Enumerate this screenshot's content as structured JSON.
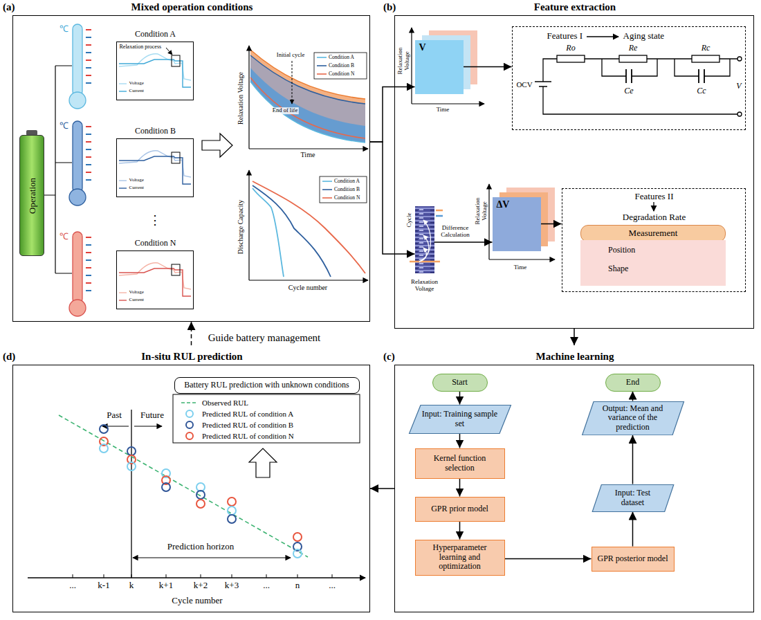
{
  "diagram": {
    "nodes": [
      {
        "text": [
          "(a)",
          "Mixed operation conditions"
        ]
      },
      {
        "text": [
          "Operation"
        ],
        "in": 0
      },
      {
        "text": [
          "Condition A",
          "Relaxation process",
          "Voltage",
          "Current"
        ],
        "in": 0
      },
      {
        "text": [
          "Condition B",
          "Voltage",
          "Current"
        ],
        "in": 0
      },
      {
        "text": [
          "Condition N",
          "Voltage",
          "Current"
        ],
        "in": 0
      },
      {
        "text": [
          "(b)",
          "Feature extraction"
        ]
      },
      {
        "text": [
          "V"
        ],
        "in": 5
      },
      {
        "text": [
          "Features I",
          "Aging state"
        ],
        "in": 5
      },
      {
        "text": [
          "Cycle",
          "Relaxation Voltage"
        ],
        "in": 5
      },
      {
        "text": [
          "ΔV"
        ],
        "in": 5
      },
      {
        "text": [
          "Features II",
          "Degradation Rate"
        ],
        "in": 5
      },
      {
        "text": [
          "Measurement"
        ],
        "in": 10
      },
      {
        "text": [
          "Position",
          "Shape"
        ],
        "in": 10
      },
      {
        "text": [
          "(c)",
          "Machine learning"
        ]
      },
      {
        "text": [
          "Start"
        ],
        "in": 13
      },
      {
        "text": [
          "Input: Training sample set"
        ],
        "in": 13
      },
      {
        "text": [
          "Kernel function selection"
        ],
        "in": 13
      },
      {
        "text": [
          "GPR prior model"
        ],
        "in": 13
      },
      {
        "text": [
          "Hyperparameter learning and optimization"
        ],
        "in": 13
      },
      {
        "text": [
          "GPR posterior model"
        ],
        "in": 13
      },
      {
        "text": [
          "Input: Test dataset"
        ],
        "in": 13
      },
      {
        "text": [
          "Output: Mean and variance of the prediction"
        ],
        "in": 13
      },
      {
        "text": [
          "End"
        ],
        "in": 13
      },
      {
        "text": [
          "(d)",
          "In-situ RUL prediction"
        ]
      },
      {
        "text": [
          "Battery RUL prediction with unknown conditions"
        ],
        "in": 23
      }
    ],
    "edges": [
      {
        "from": 0,
        "to": 6,
        "arrow": "to"
      },
      {
        "from": 0,
        "to": 8,
        "arrow": "to"
      },
      {
        "from": 6,
        "to": 7,
        "arrow": "to"
      },
      {
        "from": 8,
        "to": 9,
        "label": "Difference Calculation",
        "arrow": "to"
      },
      {
        "from": 9,
        "to": 10,
        "arrow": "to"
      },
      {
        "from": 5,
        "to": 13,
        "arrow": "to"
      },
      {
        "from": 14,
        "to": 15,
        "arrow": "to"
      },
      {
        "from": 15,
        "to": 16,
        "arrow": "to"
      },
      {
        "from": 16,
        "to": 17,
        "arrow": "to"
      },
      {
        "from": 17,
        "to": 18,
        "arrow": "to"
      },
      {
        "from": 18,
        "to": 19,
        "arrow": "to"
      },
      {
        "from": 19,
        "to": 20,
        "arrow": "to"
      },
      {
        "from": 20,
        "to": 21,
        "arrow": "to"
      },
      {
        "from": 21,
        "to": 22,
        "arrow": "to"
      },
      {
        "from": 13,
        "to": 23,
        "arrow": "to"
      },
      {
        "from": 23,
        "to": 0,
        "label": "Guide battery management",
        "arrow": "to"
      }
    ],
    "labels": [
      "℃",
      "℃",
      "℃",
      "⋮",
      "Relaxation Voltage",
      "Time",
      "Initial cycle",
      "End of life",
      "Discharge Capacity",
      "Cycle number",
      "Relaxation Voltage",
      "Time",
      "Ro",
      "OCV",
      "Re",
      "Ce",
      "Rc",
      "Cc",
      "V",
      "Relaxation Voltage",
      "Time",
      "Past",
      "Future",
      "Prediction horizon",
      "...",
      "k-1",
      "k",
      "k+1",
      "k+2",
      "k+3",
      "...",
      "n",
      "...",
      "Cycle number"
    ],
    "legend": [
      {
        "text": "Condition A"
      },
      {
        "text": "Condition B"
      },
      {
        "text": "Condition N"
      },
      {
        "text": "Condition A"
      },
      {
        "text": "Condition B"
      },
      {
        "text": "Condition N"
      },
      {
        "text": "Observed RUL"
      },
      {
        "text": "Predicted RUL of condition A"
      },
      {
        "text": "Predicted RUL of condition B"
      },
      {
        "text": "Predicted RUL of condition N"
      }
    ]
  }
}
